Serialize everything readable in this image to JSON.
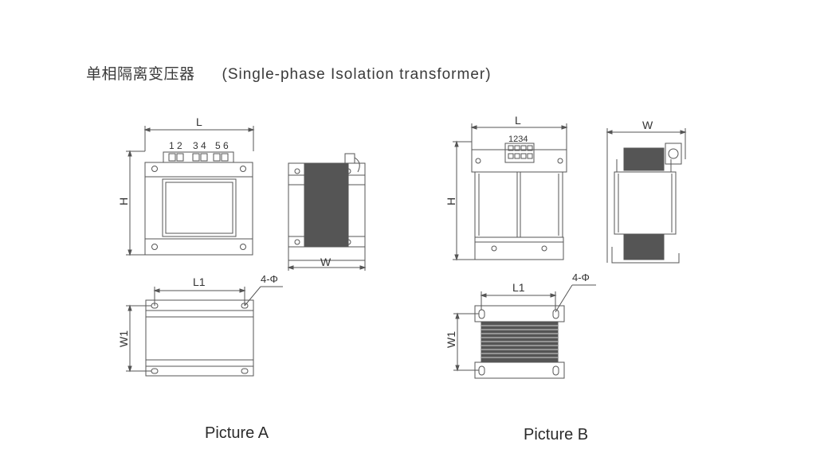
{
  "title": {
    "cn": "单相隔离变压器",
    "en": "(Single-phase Isolation transformer)"
  },
  "picture_a": {
    "caption": "Picture A",
    "dim_l": "L",
    "dim_h": "H",
    "dim_w": "W",
    "dim_l1": "L1",
    "dim_w1": "W1",
    "hole_label": "4-Φ",
    "terminal_numbers": [
      "1",
      "2",
      "3",
      "4",
      "5",
      "6"
    ]
  },
  "picture_b": {
    "caption": "Picture B",
    "dim_l": "L",
    "dim_h": "H",
    "dim_w": "W",
    "dim_l1": "L1",
    "dim_w1": "W1",
    "hole_label": "4-Φ",
    "terminal_numbers": "1234"
  }
}
